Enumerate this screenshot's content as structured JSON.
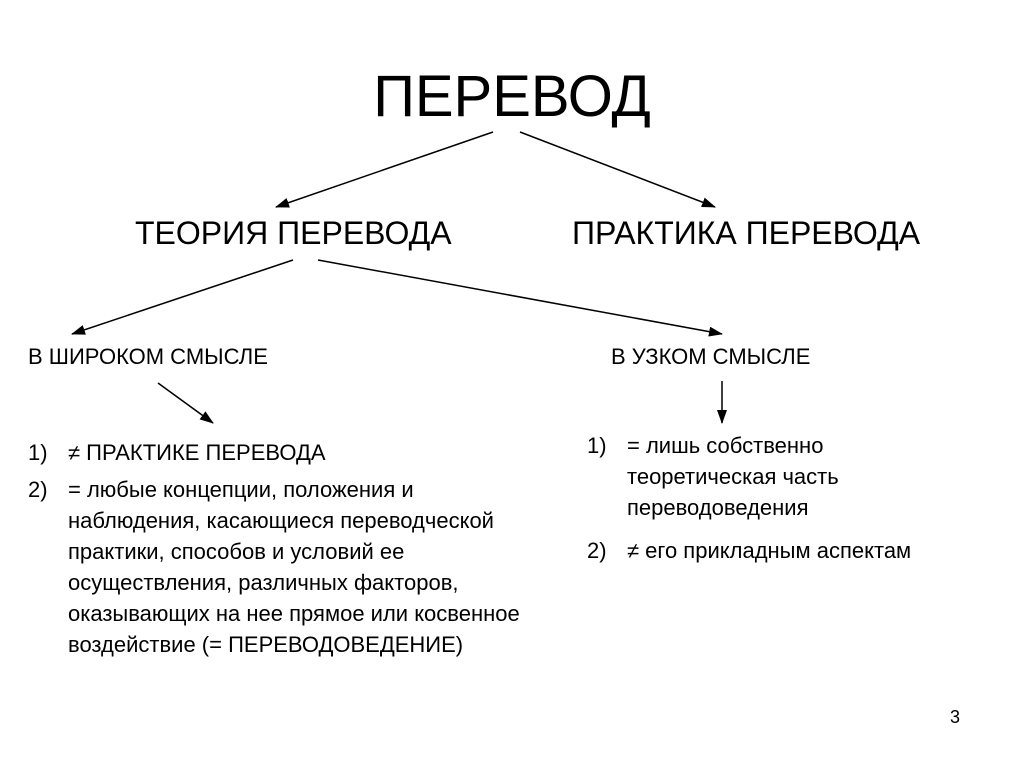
{
  "title": "ПЕРЕВОД",
  "branches": {
    "theory": "ТЕОРИЯ ПЕРЕВОДА",
    "practice": "ПРАКТИКА ПЕРЕВОДА"
  },
  "senses": {
    "broad": "В ШИРОКОМ СМЫСЛЕ",
    "narrow": "В УЗКОМ СМЫСЛЕ"
  },
  "broad_items": [
    {
      "num": "1)",
      "text": "≠ ПРАКТИКЕ ПЕРЕВОДА"
    },
    {
      "num": "2)",
      "text": "= любые концепции, положения и наблюдения, касающиеся переводческой практики, способов и условий ее осуществления, различных факторов, оказывающих на нее прямое или косвенное воздействие (= ПЕРЕВОДОВЕДЕНИЕ)"
    }
  ],
  "narrow_items": [
    {
      "num": "1)",
      "text": "= лишь собственно теоретическая часть переводоведения"
    },
    {
      "num": "2)",
      "text": "≠ его прикладным аспектам"
    }
  ],
  "page_number": "3",
  "colors": {
    "text": "#000000",
    "arrow": "#000000",
    "background": "#ffffff"
  }
}
